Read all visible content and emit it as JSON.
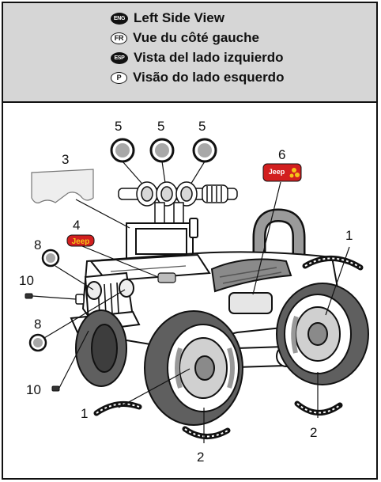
{
  "header": {
    "languages": [
      {
        "code": "ENG",
        "label": "Left Side View"
      },
      {
        "code": "FR",
        "label": "Vue du côté gauche"
      },
      {
        "code": "ESP",
        "label": "Vista del lado izquierdo"
      },
      {
        "code": "P",
        "label": "Visão do lado esquerdo"
      }
    ]
  },
  "callouts": {
    "n1a": "1",
    "n1b": "1",
    "n2a": "2",
    "n2b": "2",
    "n3": "3",
    "n4": "4",
    "n5a": "5",
    "n5b": "5",
    "n5c": "5",
    "n6": "6",
    "n8a": "8",
    "n8b": "8",
    "n10a": "10",
    "n10b": "10"
  },
  "decals": {
    "jeep_logo": "Jeep"
  },
  "colors": {
    "header_bg": "#d6d6d6",
    "decal_red": "#d21f1f",
    "decal_yellow": "#f5c518",
    "part_gray": "#a8a8a8"
  }
}
